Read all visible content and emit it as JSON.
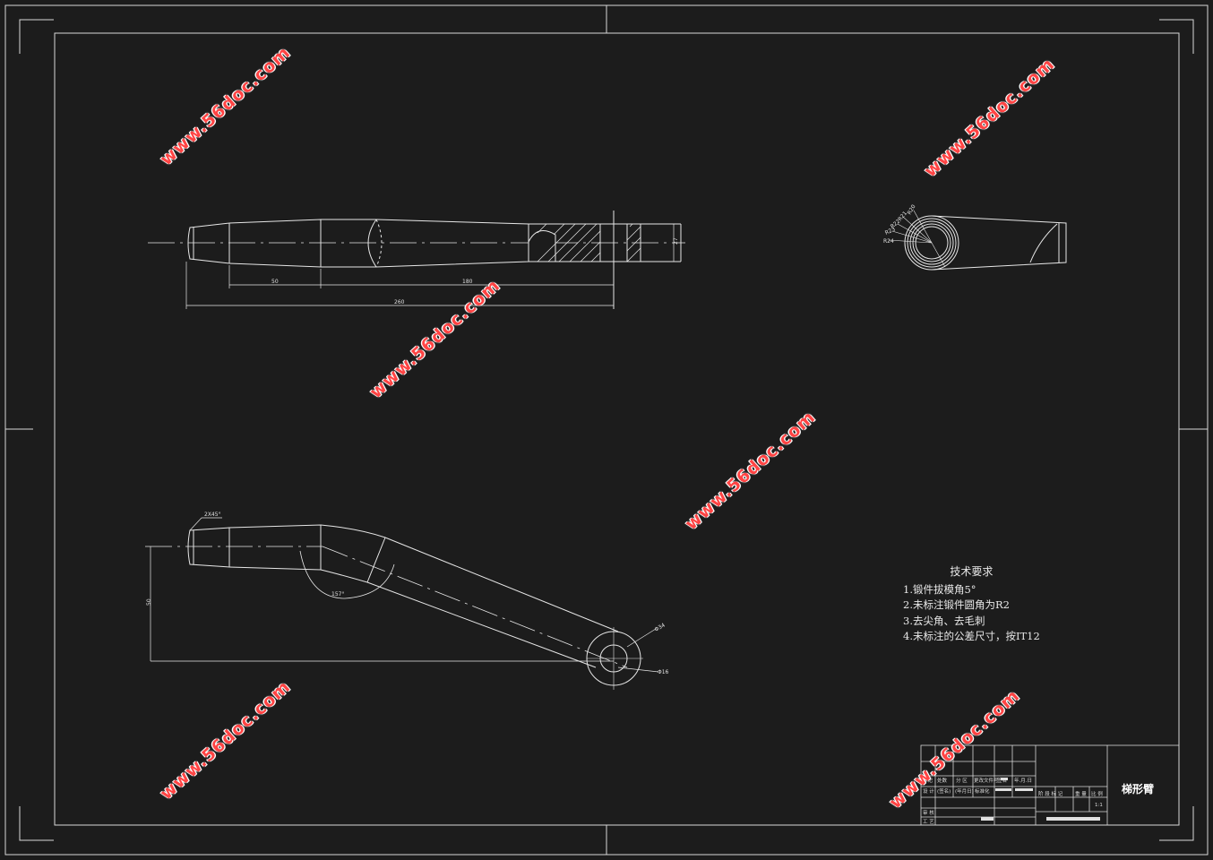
{
  "drawing": {
    "part_name": "梯形臂",
    "scale": "1:1"
  },
  "technical_requirements": {
    "title": "技术要求",
    "items": [
      "1.锻件拔模角5°",
      "2.未标注锻件圆角为R2",
      "3.去尖角、去毛刺",
      "4.未标注的公差尺寸，按IT12"
    ]
  },
  "dimensions": {
    "front_view": {
      "len_50": "50",
      "len_180": "180",
      "len_260": "260",
      "dia_27": "27"
    },
    "bottom_view": {
      "chamfer": "2X45°",
      "angle": "157°",
      "height_50": "50",
      "dia_34": "Φ34",
      "dia_16": "Φ16"
    },
    "end_view": [
      "R20",
      "R21",
      "R22",
      "R23",
      "R24"
    ]
  },
  "title_block": {
    "row1": [
      "标记",
      "处数",
      "分 区",
      "更改文件号",
      "签名",
      "年.月.日"
    ],
    "row2": [
      "设 计",
      "(签名)",
      "(年月日)",
      "标准化"
    ],
    "row3": [
      "审 核"
    ],
    "row4": [
      "工 艺"
    ],
    "stage": [
      "阶 段 标 记",
      "重 量",
      "比 例"
    ]
  },
  "watermarks": [
    "www.56doc.com",
    "www.56doc.com",
    "www.56doc.com",
    "www.56doc.com",
    "www.56doc.com",
    "www.56doc.com"
  ]
}
